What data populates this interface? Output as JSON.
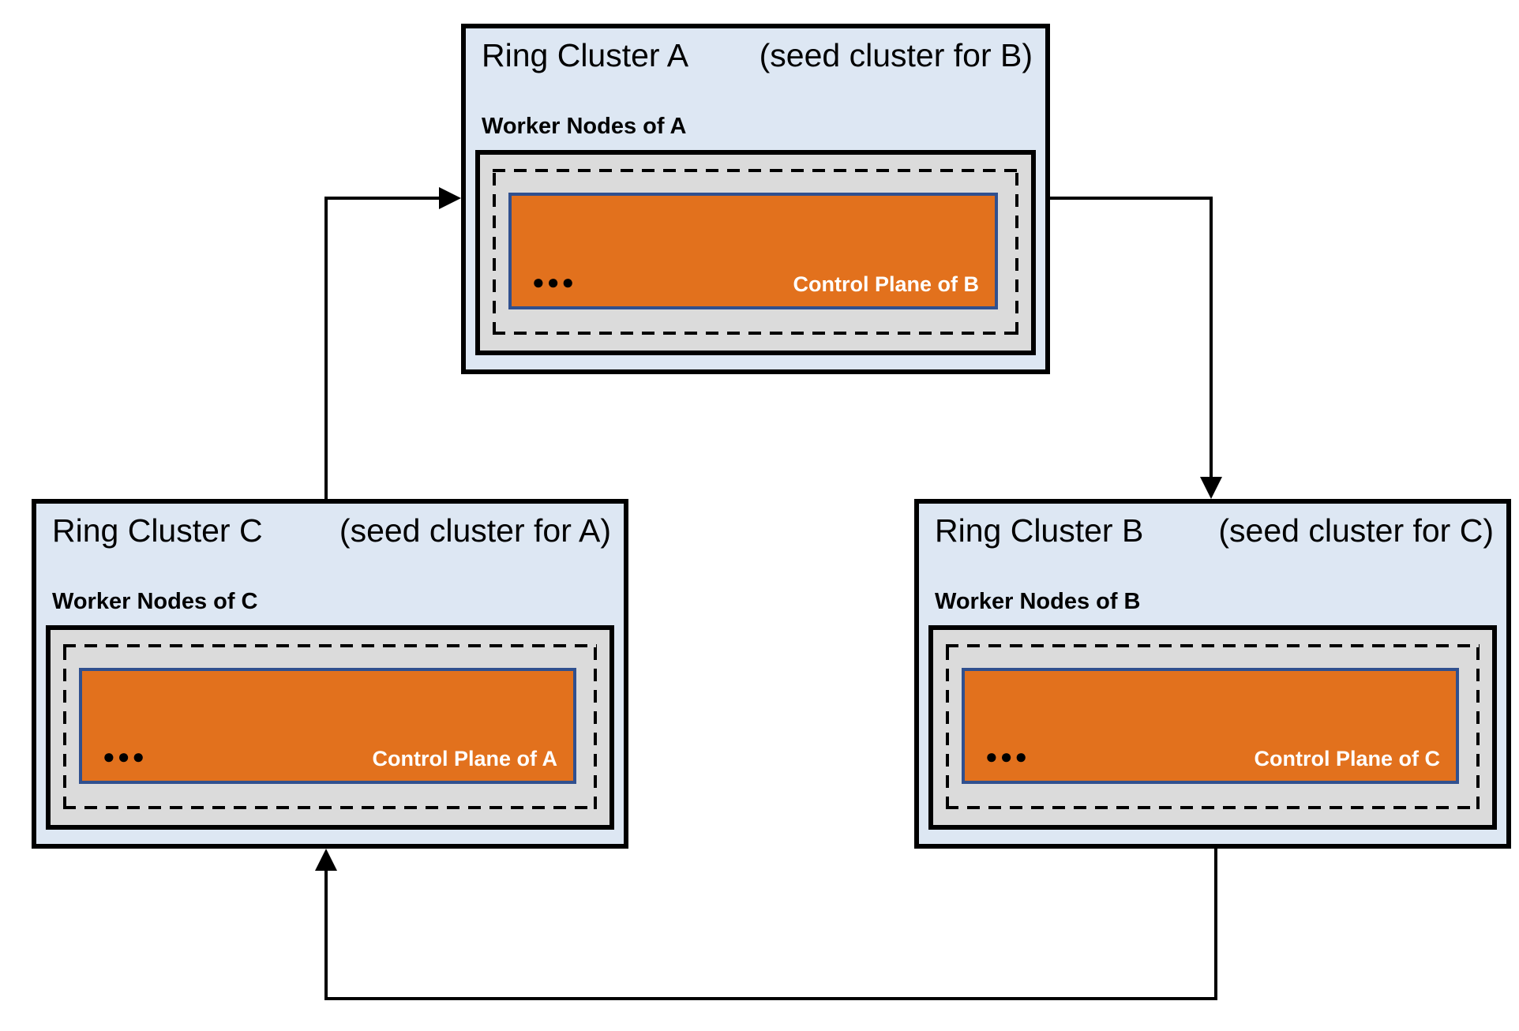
{
  "diagram": {
    "clusters": [
      {
        "id": "A",
        "title": "Ring Cluster A",
        "seed_note": "(seed cluster for B)",
        "worker_nodes_label": "Worker Nodes of A",
        "control_plane_label": "Control Plane of B",
        "ellipsis": "●●●"
      },
      {
        "id": "B",
        "title": "Ring Cluster B",
        "seed_note": "(seed cluster for C)",
        "worker_nodes_label": "Worker Nodes of B",
        "control_plane_label": "Control Plane of C",
        "ellipsis": "●●●"
      },
      {
        "id": "C",
        "title": "Ring Cluster C",
        "seed_note": "(seed cluster for A)",
        "worker_nodes_label": "Worker Nodes of C",
        "control_plane_label": "Control Plane of A",
        "ellipsis": "●●●"
      }
    ],
    "arrows": [
      {
        "from": "C",
        "to": "A"
      },
      {
        "from": "A",
        "to": "B"
      },
      {
        "from": "B",
        "to": "C"
      }
    ]
  },
  "colors": {
    "cluster_bg": "#DDE7F3",
    "cluster_border": "#000000",
    "worker_panel_bg": "#DBDBDB",
    "control_plane_bg": "#E2711D",
    "control_plane_border": "#30508F",
    "control_plane_text": "#FFFFFF",
    "arrow": "#000000",
    "title_text": "#000000"
  }
}
